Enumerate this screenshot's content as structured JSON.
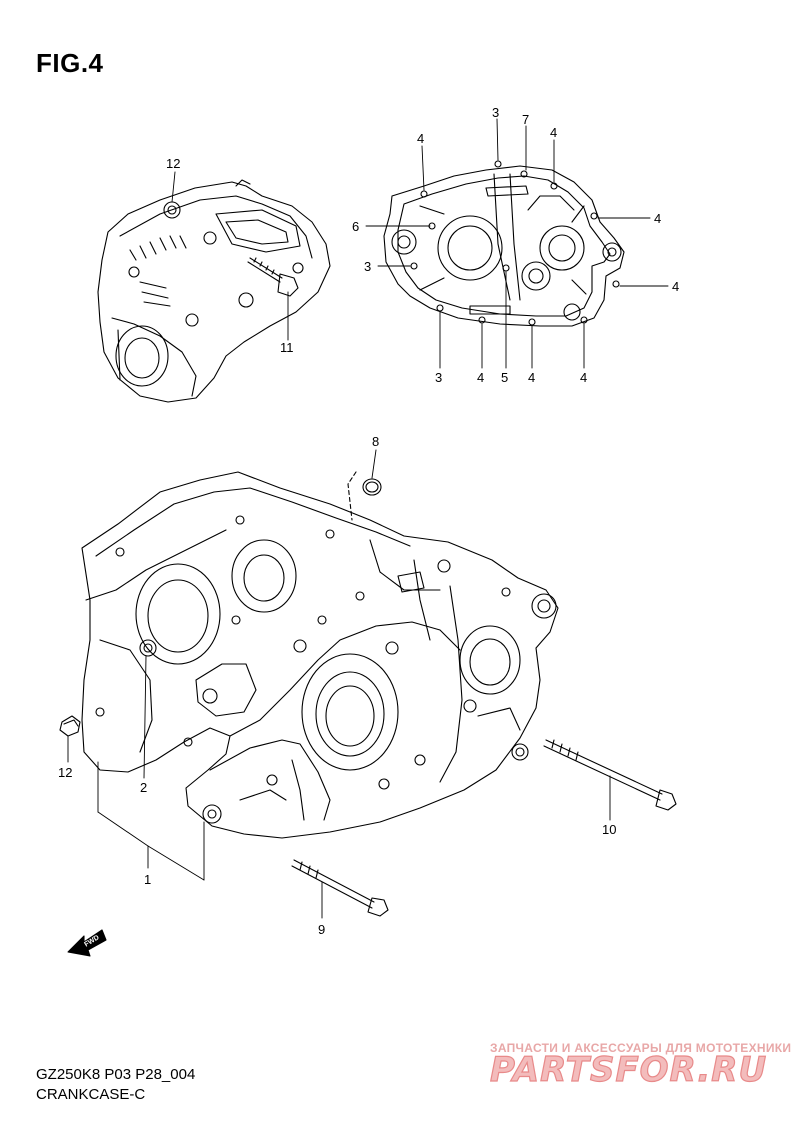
{
  "figure": {
    "title": "FIG.4",
    "model_code": "GZ250K8 P03 P28_004",
    "name": "CRANKCASE-C"
  },
  "watermark": {
    "tagline": "ЗАПЧАСТИ И АКСЕССУАРЫ ДЛЯ МОТОТЕХНИКИ",
    "logo": "PARTSFOR.RU"
  },
  "arrow": {
    "label": "FWD"
  },
  "callouts": {
    "c12_top": "12",
    "c11": "11",
    "c4_a": "4",
    "c3_a": "3",
    "c7": "7",
    "c4_b": "4",
    "c6": "6",
    "c4_c": "4",
    "c3_b": "3",
    "c4_d": "4",
    "c3_c": "3",
    "c4_e": "4",
    "c5": "5",
    "c4_f": "4",
    "c4_g": "4",
    "c8": "8",
    "c12_bottom": "12",
    "c2": "2",
    "c1": "1",
    "c10": "10",
    "c9": "9"
  },
  "colors": {
    "line": "#000000",
    "watermark": "#e88a8a"
  }
}
